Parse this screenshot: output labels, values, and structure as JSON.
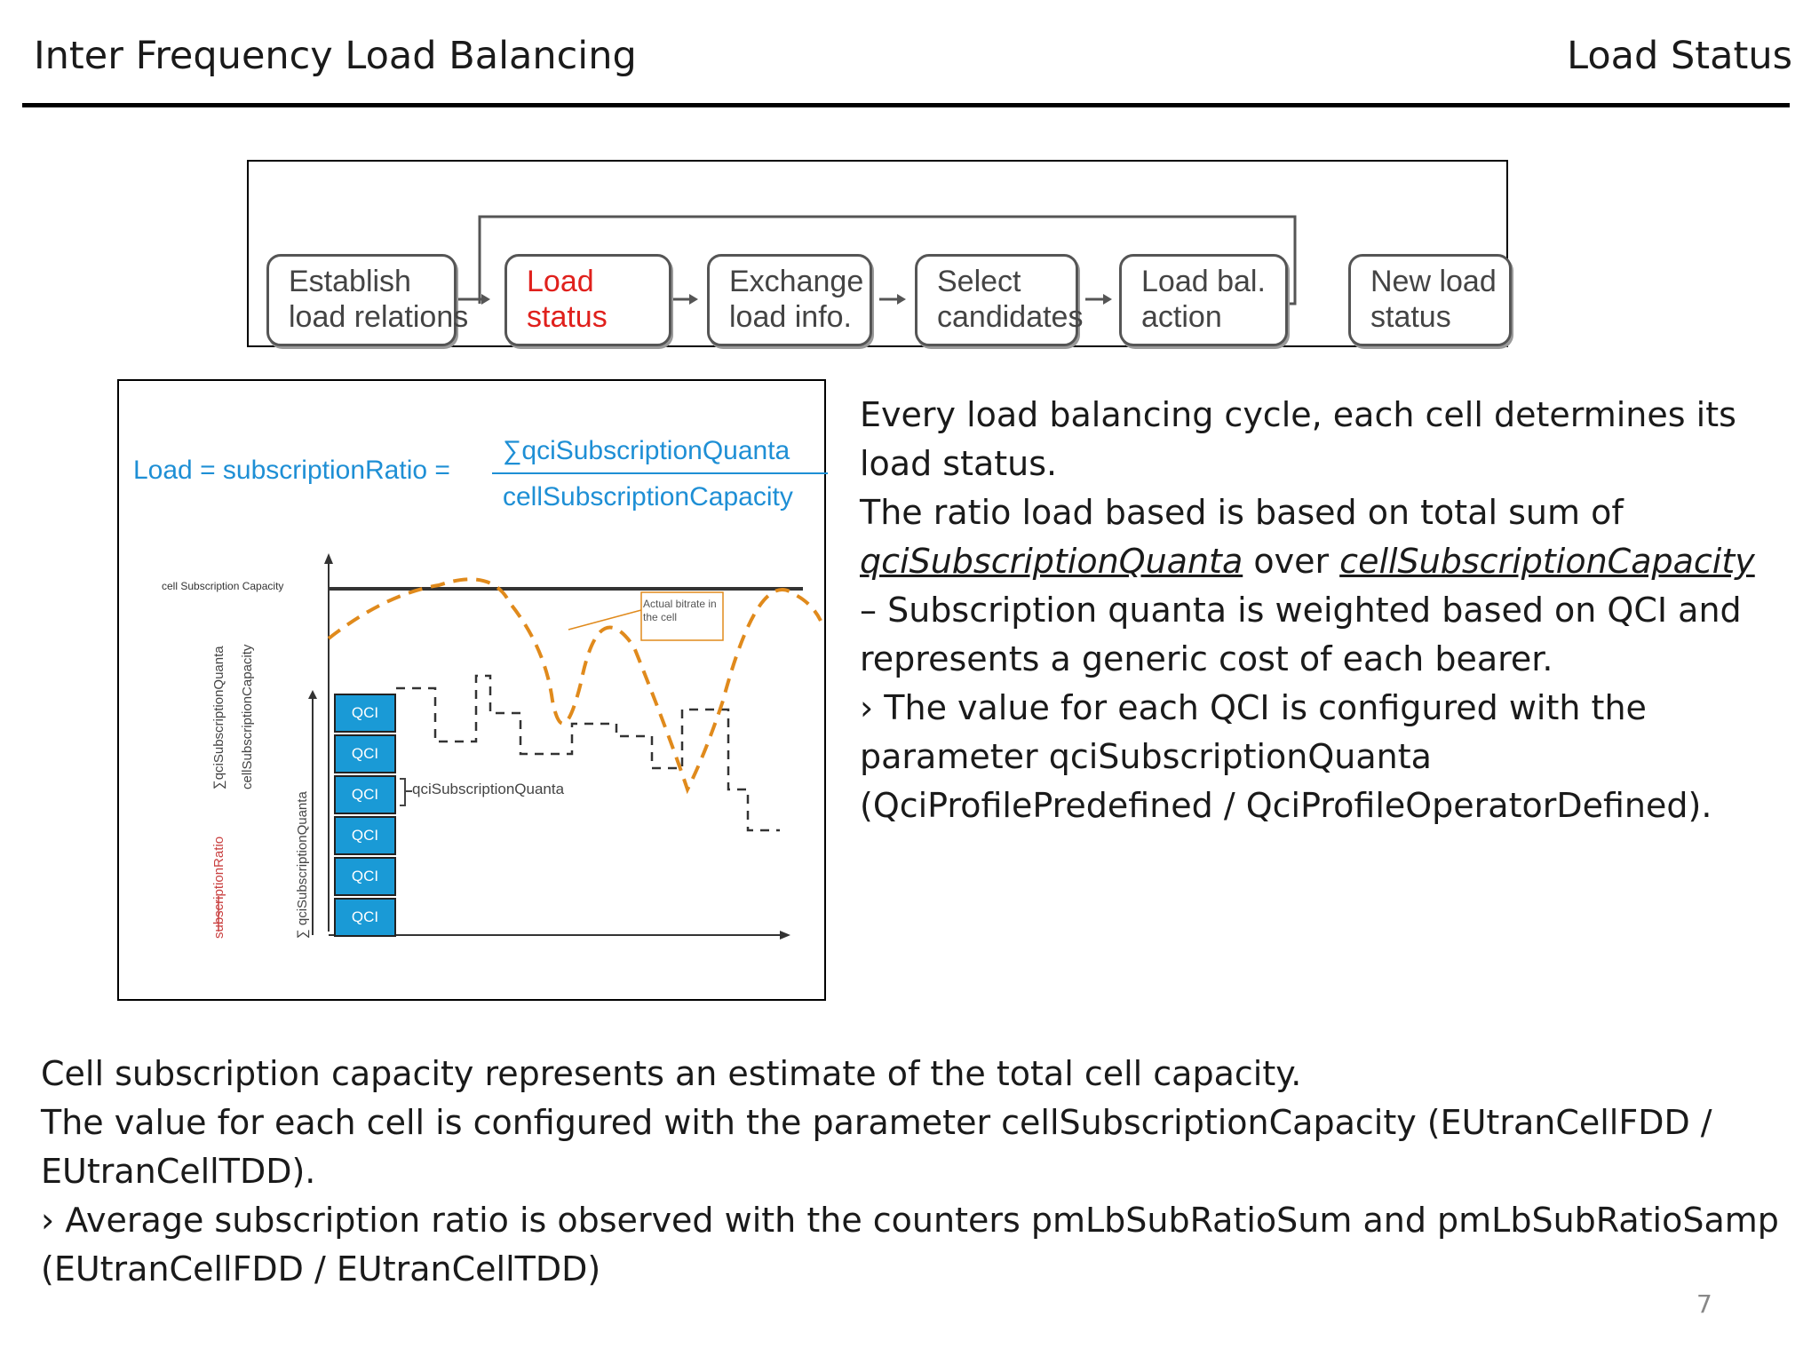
{
  "header": {
    "title": "Inter Frequency Load Balancing",
    "section": "Load Status"
  },
  "flow": {
    "steps": [
      {
        "line1": "Establish",
        "line2": "load relations"
      },
      {
        "line1": "Load",
        "line2": "status"
      },
      {
        "line1": "Exchange",
        "line2": "load info."
      },
      {
        "line1": "Select",
        "line2": "candidates"
      },
      {
        "line1": "Load bal.",
        "line2": "action"
      },
      {
        "line1": "New load",
        "line2": "status"
      }
    ],
    "active_step": "Load status",
    "active_color": "#e0201c"
  },
  "figure": {
    "formula_lhs": "Load = subscriptionRatio =",
    "formula_numerator": "∑qciSubscriptionQuanta",
    "formula_denominator": "cellSubscriptionCapacity",
    "capacity_label": "cell Subscription Capacity",
    "actual_bitrate_label": "Actual bitrate in the cell",
    "quanta_label": "qciSubscriptionQuanta",
    "qci_label": "QCI",
    "vertical_axis_label": "∑ qciSubscriptionQuanta",
    "vertical_ratio_lhs": "subscriptionRatio",
    "vertical_ratio_numerator": "∑qciSubscriptionQuanta",
    "vertical_ratio_denominator": "cellSubscriptionCapacity",
    "formula_color": "#1e8fd5",
    "qci_color": "#1a9ad6",
    "dashed_curve_color": "#e08a1c"
  },
  "right_text": {
    "p1": "Every load balancing cycle, each cell determines its load status.",
    "p2_pre": "The ratio load based is based on total sum of",
    "p2_em1": "qciSubscriptionQuanta",
    "p2_mid": "over",
    "p2_em2": "cellSubscriptionCapacity",
    "p3": "– Subscription quanta is weighted based on QCI and represents a generic cost of each bearer.",
    "p4": "› The value for each QCI is configured with the parameter qciSubscriptionQuanta (QciProfilePredefined / QciProfileOperatorDefined)."
  },
  "bottom_text": {
    "p1": "Cell subscription capacity represents an estimate of the total cell capacity.",
    "p2": "The value for each cell is configured with the parameter cellSubscriptionCapacity (EUtranCellFDD / EUtranCellTDD).",
    "p3": "› Average subscription ratio is observed with the counters pmLbSubRatioSum and pmLbSubRatioSamp (EUtranCellFDD / EUtranCellTDD)"
  },
  "page_number": "7"
}
